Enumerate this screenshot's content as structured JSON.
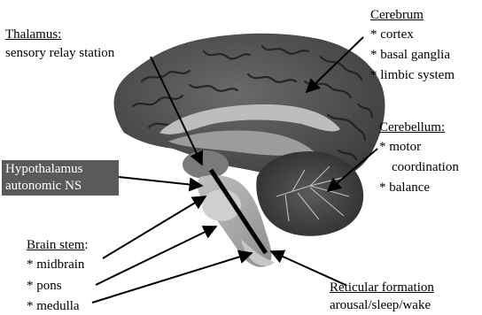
{
  "labels": {
    "cerebrum": {
      "title": "Cerebrum",
      "items": [
        "* cortex",
        "* basal ganglia",
        "* limbic system"
      ]
    },
    "thalamus": {
      "title": "Thalamus:",
      "desc": "sensory relay station"
    },
    "cerebellum": {
      "title": "Cerebellum:",
      "items": [
        "* motor",
        "coordination",
        "* balance"
      ]
    },
    "hypothalamus": {
      "title": "Hypothalamus",
      "desc": "autonomic NS"
    },
    "brain_stem": {
      "title": "Brain stem",
      "colon": ":",
      "items": [
        "* midbrain",
        "* pons",
        "* medulla"
      ]
    },
    "reticular": {
      "title": "Reticular formation",
      "desc": "arousal/sleep/wake"
    }
  },
  "colors": {
    "cortex": "#4c4c4c",
    "cerebellum": "#3e3e3e",
    "brainstem": "#a8a8a8",
    "hypothalamus_box": "#5a5a5a"
  }
}
